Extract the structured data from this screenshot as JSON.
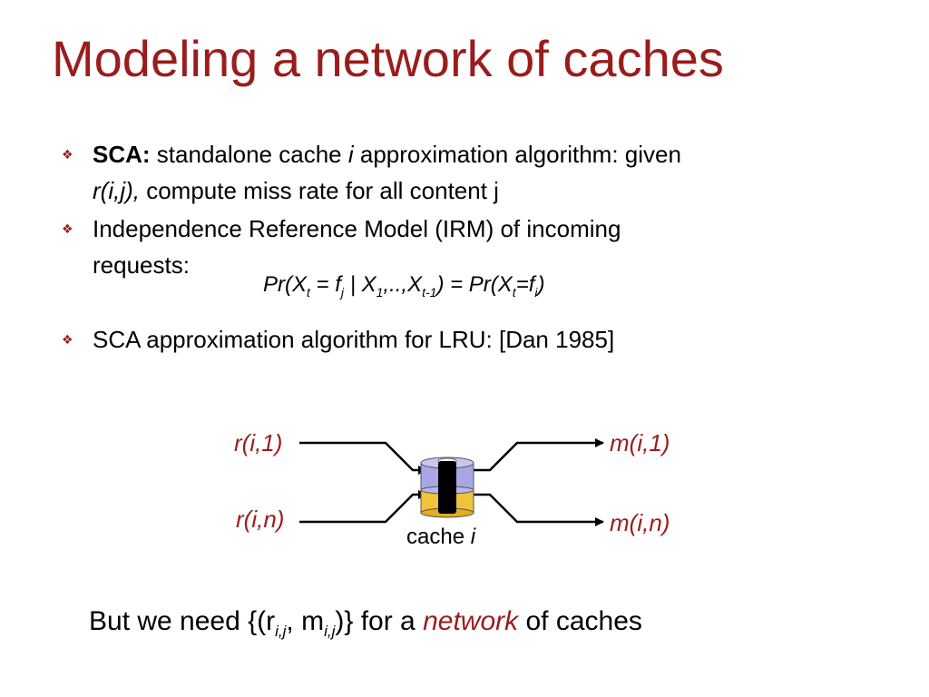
{
  "slide": {
    "title": "Modeling a network of caches",
    "bullets": [
      {
        "lead": "SCA:",
        "text_a": "standalone cache",
        "text_i": "i",
        "text_b": "approximation algorithm: given",
        "line2_italic": "r(i,j),",
        "line2_rest": "compute miss rate for all content j"
      },
      {
        "line1": "Independence Reference Model (IRM) of incoming",
        "line2": "requests:"
      },
      {
        "line1": "SCA approximation algorithm for LRU:  [Dan 1985]"
      }
    ],
    "formula": {
      "p1": "Pr(X",
      "s1": "t",
      "p2": " = f",
      "s2": "j",
      "p3": " | X",
      "s3": "1",
      "p4": ",..,X",
      "s4": "t-1",
      "p5": ") = Pr(X",
      "s5": "t",
      "p6": "=f",
      "s6": "i",
      "p7": ")"
    },
    "diagram": {
      "in_top": "r(i,1)",
      "in_bottom": "r(i,n)",
      "out_top": "m(i,1)",
      "out_bottom": "m(i,n)",
      "cache_text": "cache",
      "cache_var": "i"
    },
    "bottom": {
      "t1": "But we need {(r",
      "s1": "i,j",
      "t2": ", m",
      "s2": "i,j",
      "t3": ")} for a",
      "emph": "network",
      "t4": "of caches"
    },
    "colors": {
      "accent": "#9b1c1c",
      "cache_top": "#a9a6e8",
      "cache_bottom": "#f2c23a"
    },
    "icons": {
      "bullet": "diamond-bullet-icon",
      "cache": "cache-cylinder-icon"
    }
  }
}
